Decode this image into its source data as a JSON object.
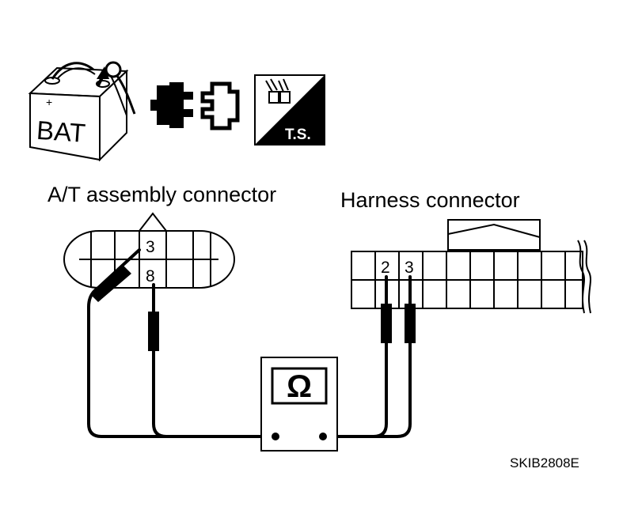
{
  "icons": {
    "battery": {
      "label": "BAT",
      "name": "battery-disconnect-icon"
    },
    "connector": {
      "name": "connector-disconnect-icon"
    },
    "tool": {
      "label": "T.S.",
      "name": "tool-ts-icon"
    }
  },
  "at_connector": {
    "label": "A/T assembly connector",
    "pins": [
      "3",
      "8"
    ]
  },
  "harness_connector": {
    "label": "Harness connector",
    "pins": [
      "2",
      "3"
    ]
  },
  "meter": {
    "symbol": "Ω",
    "name": "ohmmeter"
  },
  "figure_code": "SKIB2808E",
  "colors": {
    "line": "#000000",
    "background": "#ffffff"
  }
}
